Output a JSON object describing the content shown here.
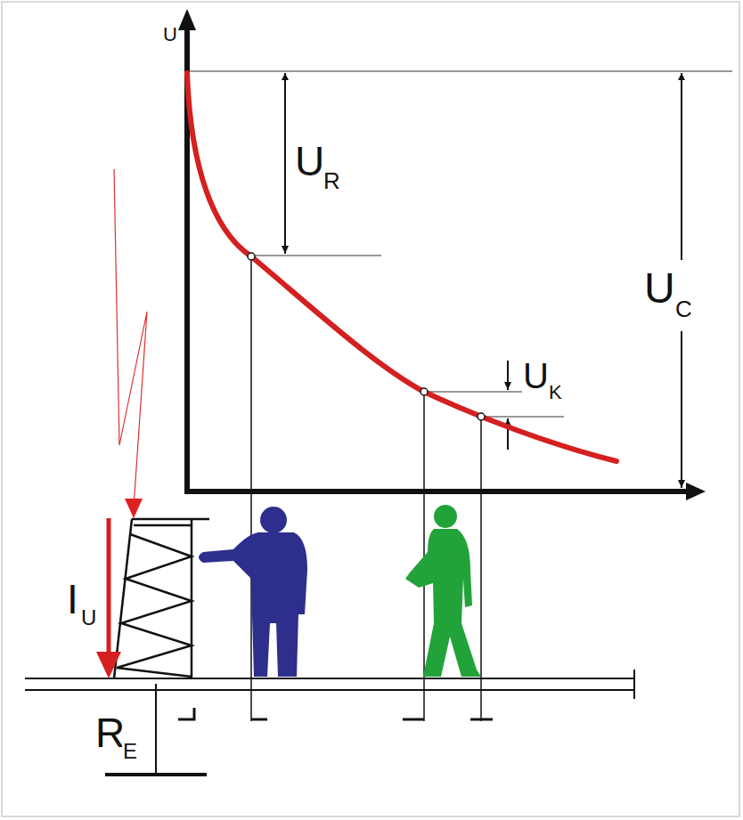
{
  "diagram": {
    "labels": [
      "U",
      "U",
      "R",
      "U",
      "C",
      "U",
      "K",
      "I",
      "U",
      "R",
      "E"
    ]
  }
}
